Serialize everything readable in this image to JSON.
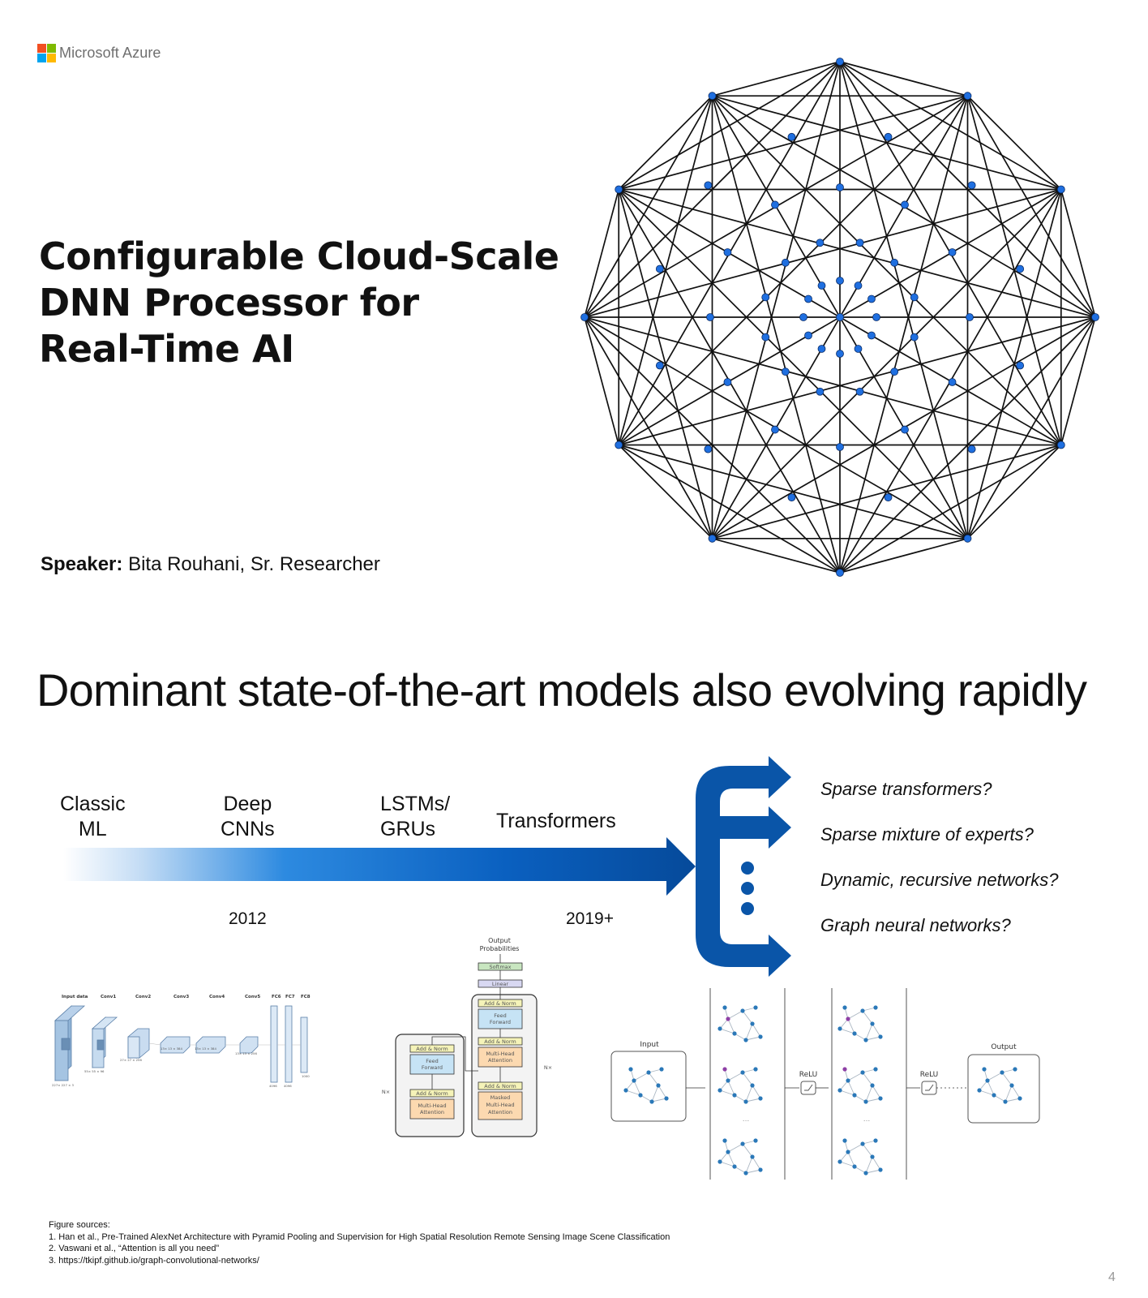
{
  "slide1": {
    "logo": {
      "text": "Microsoft Azure",
      "colors": [
        "#f25022",
        "#7fba00",
        "#00a4ef",
        "#ffb900"
      ]
    },
    "title_lines": [
      "Configurable Cloud-Scale",
      "DNN Processor for",
      "Real-Time AI"
    ],
    "speaker": {
      "label": "Speaker:",
      "value": "Bita Rouhani, Sr. Researcher"
    },
    "graph": {
      "node_color": "#1f6fe0",
      "edge_color": "#111111",
      "rings": 5,
      "nodes_per_ring": 12
    }
  },
  "slide2": {
    "title": "Dominant state-of-the-art models also evolving rapidly",
    "eras": [
      [
        "Classic",
        "ML"
      ],
      [
        "Deep",
        "CNNs"
      ],
      [
        "LSTMs/",
        "GRUs"
      ],
      [
        "Transformers"
      ]
    ],
    "years": [
      "2012",
      "2019+"
    ],
    "futures": [
      "Sparse transformers?",
      "Sparse mixture of experts?",
      "Dynamic, recursive networks?",
      "Graph neural networks?"
    ],
    "colors": {
      "arrow_dark": "#0a55a8",
      "arrow_light": "#ffffff"
    },
    "alexnet": {
      "labels": [
        "Input data",
        "Conv1",
        "Conv2",
        "Conv3",
        "Conv4",
        "Conv5",
        "FC6",
        "FC7",
        "FC8"
      ],
      "dims": [
        "227× 227 × 3",
        "55× 55 × 96",
        "27× 27 × 256",
        "13× 13 × 384",
        "13× 13 × 384",
        "13× 13 × 256",
        "4096",
        "4096",
        "1000"
      ]
    },
    "transformer": {
      "output": [
        "Output",
        "Probabilities"
      ],
      "softmax": "Softmax",
      "linear": "Linear",
      "add_norm": "Add & Norm",
      "feed_forward": [
        "Feed",
        "Forward"
      ],
      "mha": [
        "Multi-Head",
        "Attention"
      ],
      "masked_mha": [
        "Masked",
        "Multi-Head",
        "Attention"
      ],
      "nx": "N×"
    },
    "gcn": {
      "input": "Input",
      "output": "Output",
      "relu": "ReLU",
      "dots": "...",
      "node_color": "#2a78b8",
      "hidden_color": "#8e3fa6"
    },
    "sources": [
      "Figure sources:",
      "1. Han et al., Pre-Trained AlexNet Architecture with Pyramid Pooling and Supervision for High Spatial Resolution Remote Sensing Image Scene Classification",
      "2. Vaswani et al., “Attention is all you need”",
      "3. https://tkipf.github.io/graph-convolutional-networks/"
    ],
    "page_number": "4"
  }
}
